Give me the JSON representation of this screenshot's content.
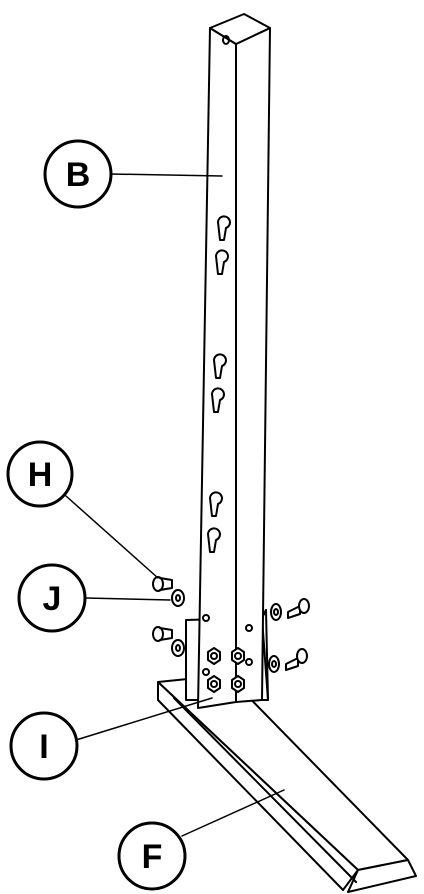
{
  "diagram": {
    "colors": {
      "line": "#000000",
      "background": "#ffffff"
    },
    "callouts": [
      {
        "id": "B",
        "text": "B"
      },
      {
        "id": "H",
        "text": "H"
      },
      {
        "id": "J",
        "text": "J"
      },
      {
        "id": "I",
        "text": "I"
      },
      {
        "id": "F",
        "text": "F"
      }
    ]
  }
}
